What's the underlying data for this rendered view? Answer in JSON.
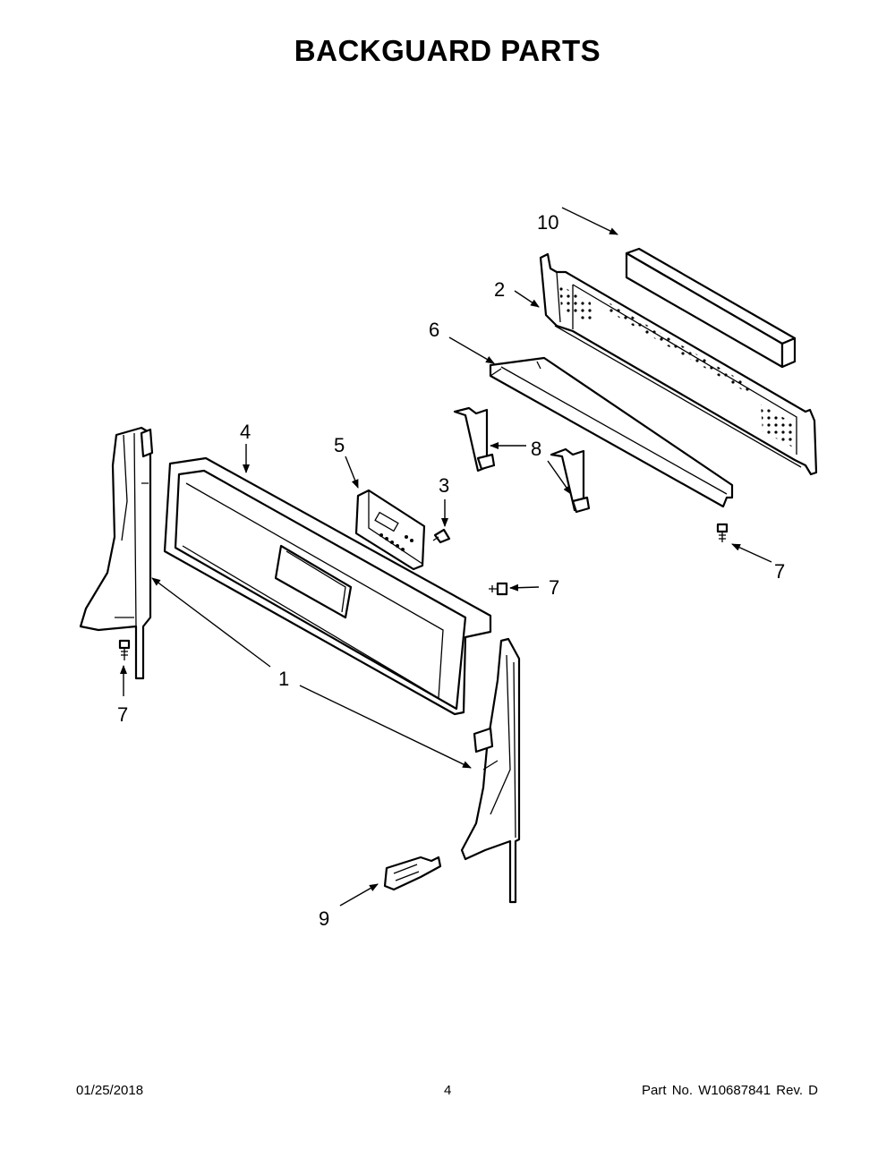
{
  "title": "BACKGUARD PARTS",
  "callouts": {
    "c10": "10",
    "c2": "2",
    "c6": "6",
    "c4": "4",
    "c5": "5",
    "c3": "3",
    "c8": "8",
    "c7_screw_right": "7",
    "c7_screw_mid": "7",
    "c1": "1",
    "c7_screw_left": "7",
    "c9": "9"
  },
  "footer": {
    "date": "01/25/2018",
    "page": "4",
    "part_no": "Part No.  W10687841  Rev.  D"
  }
}
